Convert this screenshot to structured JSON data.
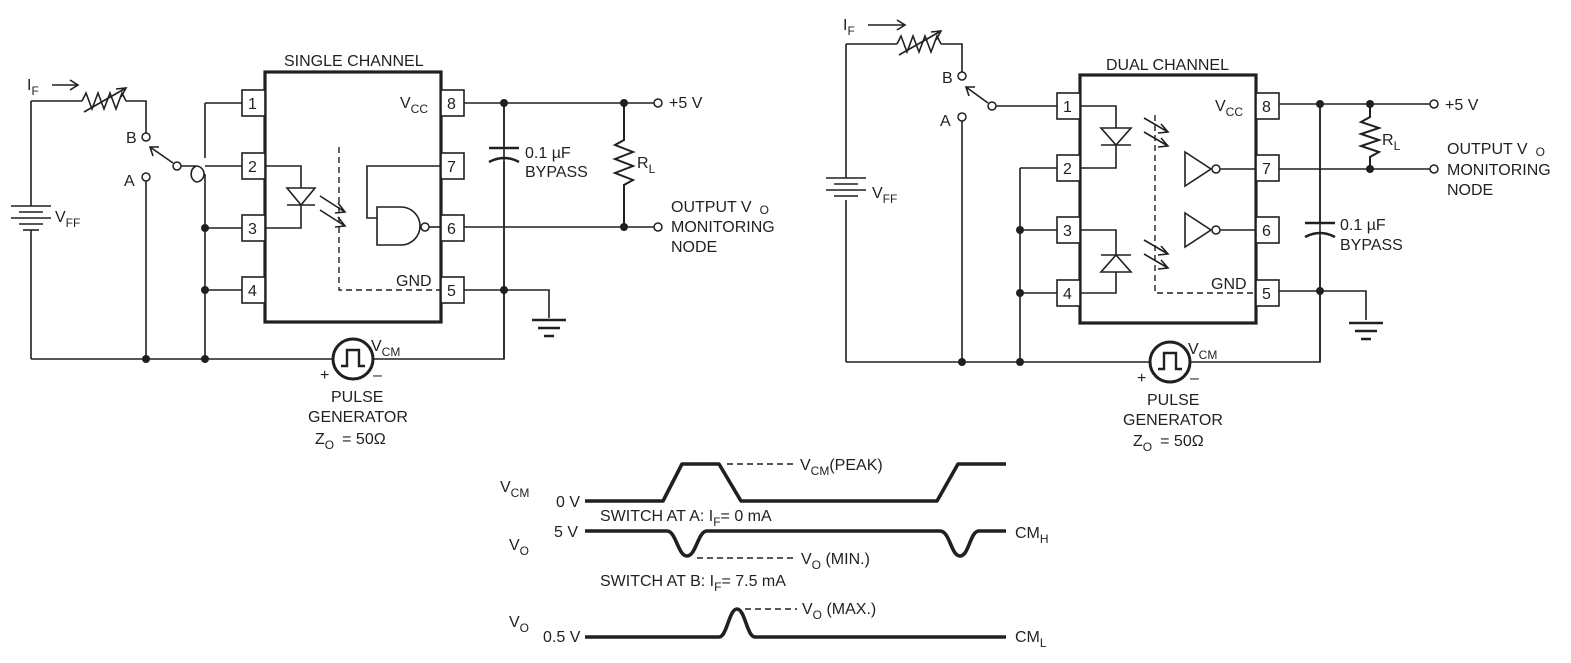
{
  "single": {
    "title": "SINGLE CHANNEL",
    "if_label": "I",
    "if_sub": "F",
    "vff": "V",
    "vff_sub": "FF",
    "switch_b": "B",
    "switch_a": "A",
    "pins": [
      "1",
      "2",
      "3",
      "4",
      "5",
      "6",
      "7",
      "8"
    ],
    "vcc": "V",
    "vcc_sub": "CC",
    "gnd": "GND",
    "plus5": "+5 V",
    "cap_value": "0.1 µF",
    "cap_label": "BYPASS",
    "rl": "R",
    "rl_sub": "L",
    "out1": "OUTPUT V",
    "out1_sub": "O",
    "out2": "MONITORING",
    "out3": "NODE",
    "vcm": "V",
    "vcm_sub": "CM",
    "plus": "+",
    "minus": "–",
    "pg1": "PULSE",
    "pg2": "GENERATOR",
    "zo": "Z",
    "zo_sub": "O",
    "zo_val": "= 50Ω"
  },
  "dual": {
    "title": "DUAL CHANNEL",
    "if_label": "I",
    "if_sub": "F",
    "vff": "V",
    "vff_sub": "FF",
    "switch_b": "B",
    "switch_a": "A",
    "pins": [
      "1",
      "2",
      "3",
      "4",
      "5",
      "6",
      "7",
      "8"
    ],
    "vcc": "V",
    "vcc_sub": "CC",
    "gnd": "GND",
    "plus5": "+5 V",
    "cap_value": "0.1 µF",
    "cap_label": "BYPASS",
    "rl": "R",
    "rl_sub": "L",
    "out1": "OUTPUT V",
    "out1_sub": "O",
    "out2": "MONITORING",
    "out3": "NODE",
    "vcm": "V",
    "vcm_sub": "CM",
    "plus": "+",
    "minus": "–",
    "pg1": "PULSE",
    "pg2": "GENERATOR",
    "zo": "Z",
    "zo_sub": "O",
    "zo_val": "= 50Ω"
  },
  "waveforms": {
    "vcm": "V",
    "vcm_sub": "CM",
    "vcm_level": "0 V",
    "vcm_peak": "V",
    "vcm_peak_sub": "CM",
    "vcm_peak_tail": "(PEAK)",
    "switch_a": "SWITCH AT A:  I",
    "switch_a_sub": "F",
    "switch_a_tail": "= 0 mA",
    "vo1": "V",
    "vo1_sub": "O",
    "vo1_level": "5 V",
    "vo_min": "V",
    "vo_min_sub": "O",
    "vo_min_tail": " (MIN.)",
    "cmh": "CM",
    "cmh_sub": "H",
    "switch_b": "SWITCH AT B:  I",
    "switch_b_sub": "F",
    "switch_b_tail": "= 7.5 mA",
    "vo2": "V",
    "vo2_sub": "O",
    "vo2_level": "0.5 V",
    "vo_max": "V",
    "vo_max_sub": "O",
    "vo_max_tail": " (MAX.)",
    "cml": "CM",
    "cml_sub": "L"
  }
}
